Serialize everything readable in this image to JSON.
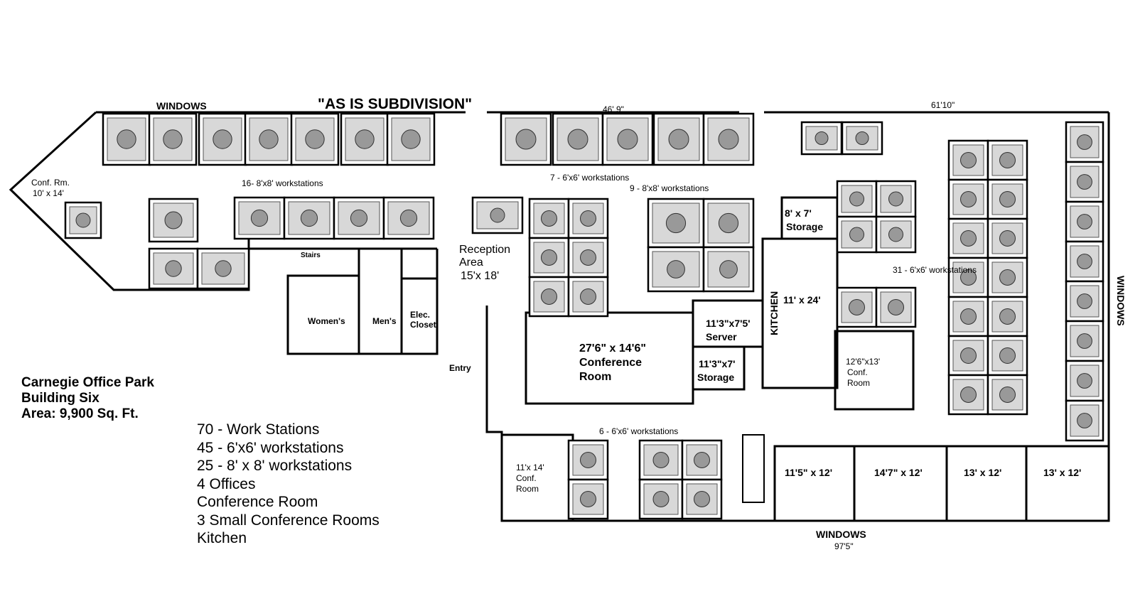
{
  "title": "\"AS IS SUBDIVISION\"",
  "building": {
    "name": "Carnegie Office Park",
    "sub": "Building Six",
    "area": "Area:  9,900 Sq. Ft."
  },
  "legend": [
    "70 - Work Stations",
    "45 - 6'x6' workstations",
    "25 - 8' x 8' workstations",
    "4 Offices",
    "Conference Room",
    "3 Small Conference Rooms",
    "Kitchen"
  ],
  "walls": {
    "windows_top": "WINDOWS",
    "windows_bottom": "WINDOWS",
    "windows_right": "WINDOWS",
    "dim_top_mid": "46' 9\"",
    "dim_top_right": "61'10\"",
    "dim_bottom": "97'5\""
  },
  "labels": {
    "ws16": "16- 8'x8' workstations",
    "ws7": "7 - 6'x6' workstations",
    "ws9": "9  - 8'x8' workstations",
    "ws31": "31 - 6'x6' workstations",
    "ws6": "6 - 6'x6' workstations",
    "conf_rm": "Conf. Rm.",
    "conf_rm_dim": "10' x 14'",
    "reception": "Reception",
    "reception2": "Area",
    "reception_dim": "15'x 18'",
    "stairs": "Stairs",
    "womens": "Women's",
    "mens": "Men's",
    "elec": "Elec.",
    "closet": "Closet",
    "entry": "Entry",
    "conference_dim": "27'6\" x 14'6\"",
    "conference1": "Conference",
    "conference2": "Room",
    "server_dim": "11'3\"x7'5'",
    "server": "Server",
    "storage_dim": "11'3\"x7'",
    "storage": "Storage",
    "storage2_dim": "8' x 7'",
    "storage2": "Storage",
    "kitchen": "KITCHEN",
    "kitchen_dim": "11' x 24'",
    "conf_small_dim": "12'6\"x13'",
    "conf_small1": "Conf.",
    "conf_small2": "Room",
    "conf_left_dim": "11'x 14'",
    "conf_left1": "Conf.",
    "conf_left2": "Room",
    "office1": "11'5\" x 12'",
    "office2": "14'7\" x 12'",
    "office3": "13' x 12'",
    "office4": "13' x 12'"
  }
}
